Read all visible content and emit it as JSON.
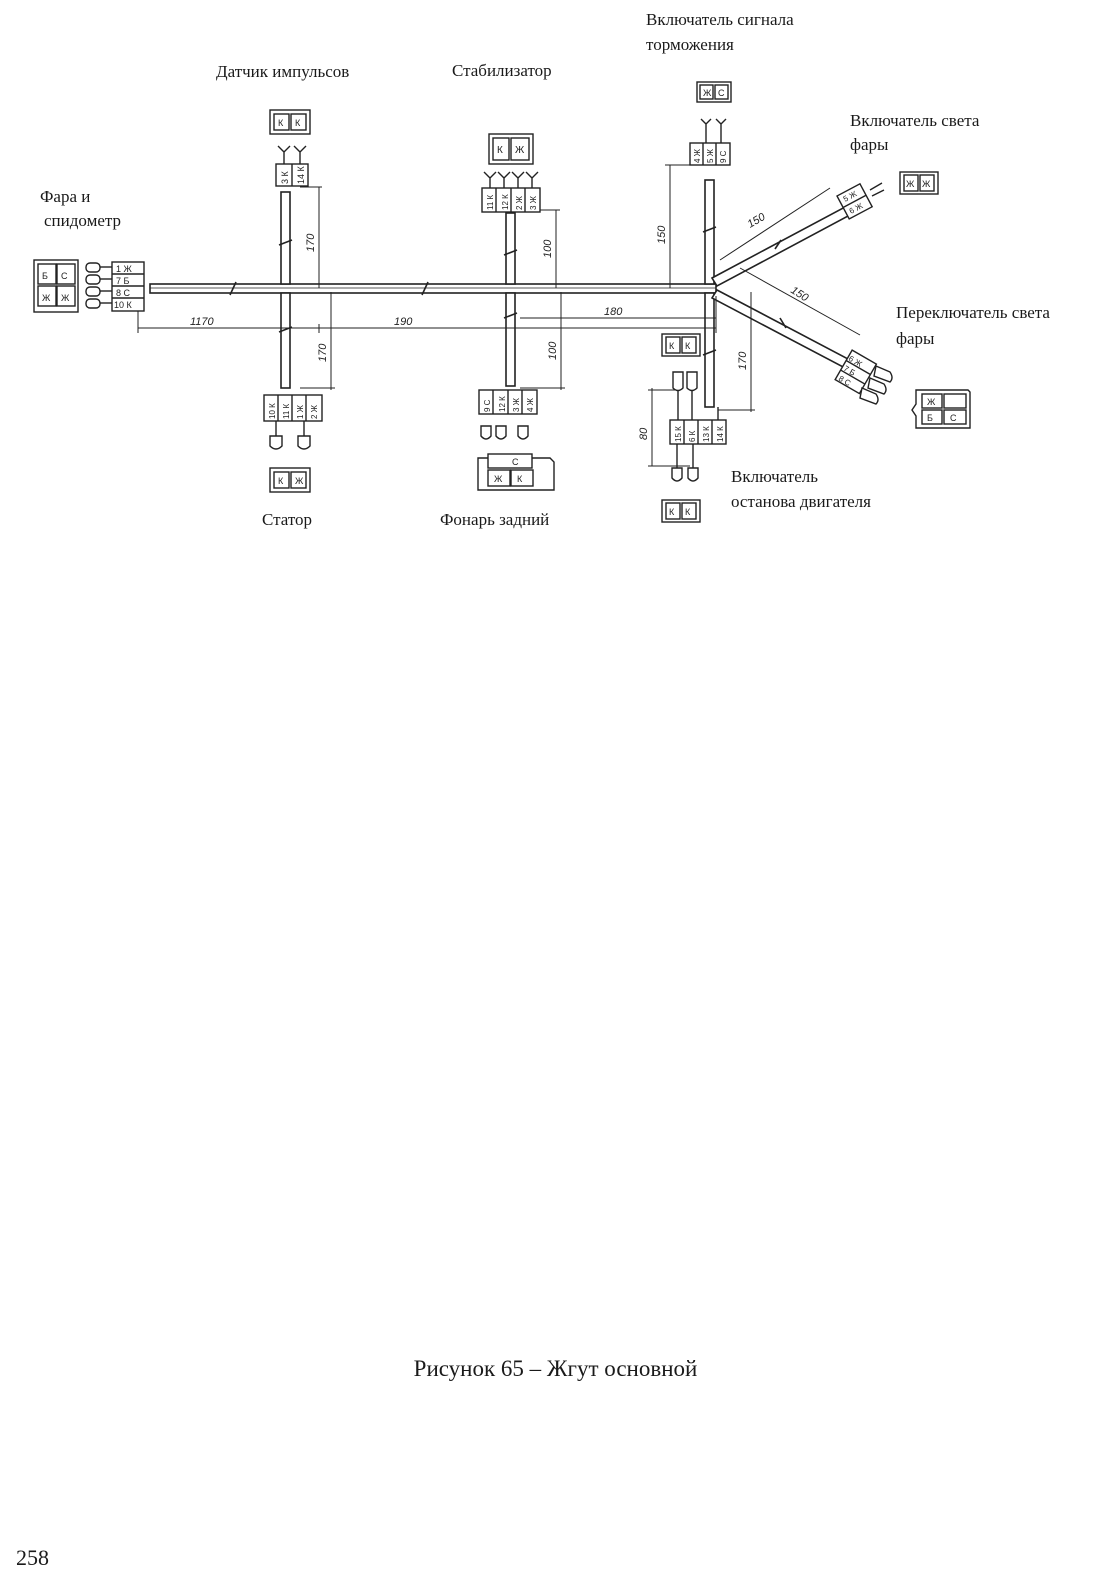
{
  "labels": {
    "signal_switch_l1": "Включатель сигнала",
    "signal_switch_l2": "торможения",
    "pulse_sensor": "Датчик импульсов",
    "stabilizer": "Стабилизатор",
    "headlight_switch_l1": "Включатель света",
    "headlight_switch_l2": "фары",
    "headlamp_l1": "Фара и",
    "headlamp_l2": "спидометр",
    "beam_switch_l1": "Переключатель света",
    "beam_switch_l2": "фары",
    "stator": "Статор",
    "taillight": "Фонарь задний",
    "engine_stop_l1": "Включатель",
    "engine_stop_l2": "останова двигателя"
  },
  "dimensions": {
    "d1170": "1170",
    "d190": "190",
    "d180": "180",
    "d170_pulse": "170",
    "d170_stator": "170",
    "d100_top": "100",
    "d100_bottom": "100",
    "d150_vert": "150",
    "d150_upper": "150",
    "d150_lower": "150",
    "d170_right": "170",
    "d80": "80"
  },
  "wire_tags": {
    "headlamp": [
      "1 Ж",
      "7 Б",
      "8 С",
      "10 К"
    ],
    "headlamp_socket": [
      "Б",
      "С",
      "Ж",
      "Ж"
    ],
    "pulse": [
      "3 К",
      "14 К"
    ],
    "pulse_socket": [
      "К",
      "К"
    ],
    "stator": [
      "10 К",
      "11 К",
      "1 Ж",
      "2 Ж"
    ],
    "stator_socket": [
      "К",
      "Ж"
    ],
    "stabilizer": [
      "11 К",
      "12 К",
      "2 Ж",
      "3 Ж"
    ],
    "stabilizer_socket": [
      "К",
      "Ж"
    ],
    "taillight": [
      "9 С",
      "12 К",
      "3 Ж",
      "4 Ж"
    ],
    "taillight_socket": [
      "С",
      "Ж",
      "К"
    ],
    "signal": [
      "4 Ж",
      "5 Ж",
      "9 С"
    ],
    "signal_socket": [
      "Ж",
      "С"
    ],
    "engine_stop": [
      "15 К",
      "6 К",
      "13 К",
      "14 К"
    ],
    "engine_stop_socket_top": [
      "К",
      "К"
    ],
    "engine_stop_socket_bottom": [
      "К",
      "К"
    ],
    "headlight_switch": [
      "5 Ж",
      "6 Ж"
    ],
    "headlight_switch_socket": [
      "Ж",
      "Ж"
    ],
    "beam_switch": [
      "6 Ж",
      "7 Б",
      "8 С"
    ],
    "beam_switch_socket": [
      "Ж",
      "Б",
      "С"
    ]
  },
  "caption": "Рисунок 65 – Жгут основной",
  "page_number": "258"
}
